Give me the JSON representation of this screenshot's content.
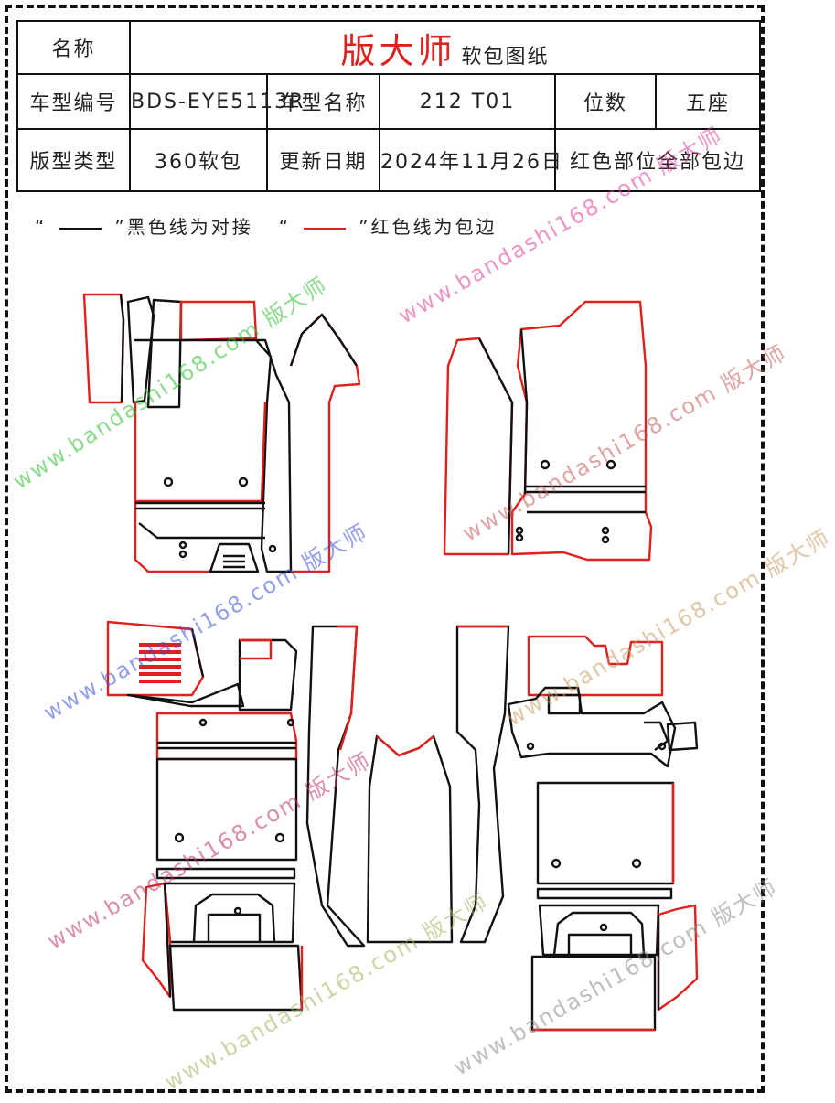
{
  "header": {
    "label_name": "名称",
    "brand": "版大师",
    "brand_sub": "软包图纸",
    "label_model_code": "车型编号",
    "model_code": "BDS-EYE5113R",
    "label_model_name": "车型名称",
    "model_name": "212 T01",
    "label_seats": "位数",
    "seats": "五座",
    "label_pattern_type": "版型类型",
    "pattern_type": "360软包",
    "label_update_date": "更新日期",
    "update_date": "2024年11月26日",
    "note": "红色部位全部包边"
  },
  "legend": {
    "black_open": "“",
    "black_close": "”黑色线为对接",
    "red_open": "“",
    "red_close": "”红色线为包边"
  },
  "watermarks": [
    {
      "text": "www.bandashi168.com 版大师",
      "color": "#2bbf2b"
    },
    {
      "text": "www.bandashi168.com 版大师",
      "color": "#e0409a"
    },
    {
      "text": "www.bandashi168.com 版大师",
      "color": "#c85a5a"
    },
    {
      "text": "www.bandashi168.com 版大师",
      "color": "#c89a60"
    },
    {
      "text": "www.bandashi168.com 版大师",
      "color": "#3a4fd8"
    },
    {
      "text": "www.bandashi168.com 版大师",
      "color": "#c0306a"
    },
    {
      "text": "www.bandashi168.com 版大师",
      "color": "#8a8a8a"
    },
    {
      "text": "www.bandashi168.com 版大师",
      "color": "#a8b060"
    }
  ],
  "colors": {
    "seam_black": "#111111",
    "edge_red": "#e0201c"
  }
}
